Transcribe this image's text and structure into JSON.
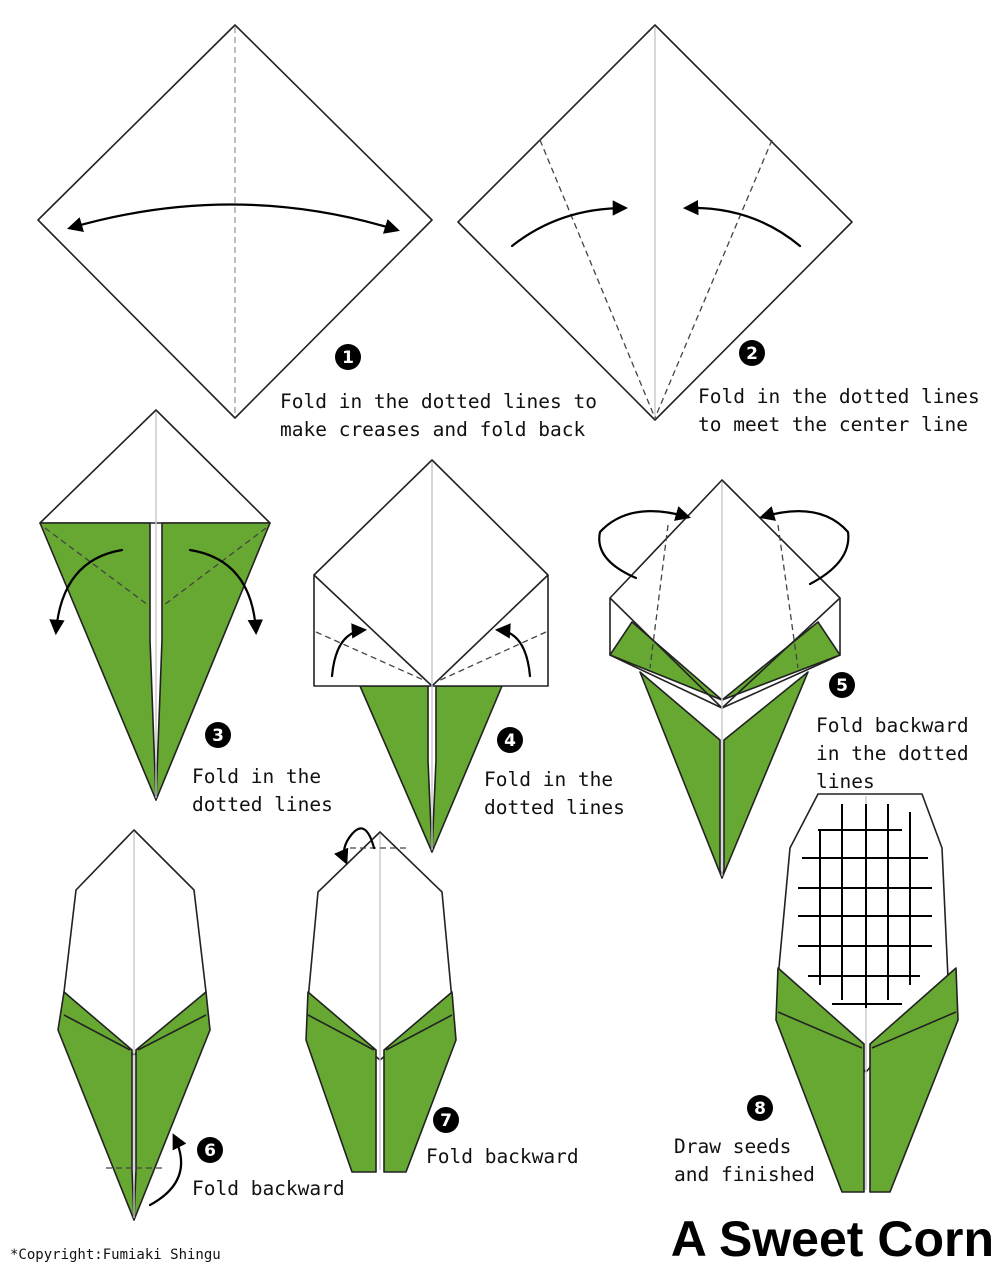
{
  "title": "A Sweet Corn",
  "copyright": "*Copyright:Fumiaki Shingu",
  "colors": {
    "paper": "#ffffff",
    "green": "#66a832",
    "ink": "#000000"
  },
  "steps": [
    {
      "number": "1",
      "lines": [
        "Fold in the dotted lines to",
        "make creases and fold back"
      ]
    },
    {
      "number": "2",
      "lines": [
        "Fold in the dotted lines",
        "to meet the center line"
      ]
    },
    {
      "number": "3",
      "lines": [
        "Fold in the",
        "dotted lines"
      ]
    },
    {
      "number": "4",
      "lines": [
        "Fold in the",
        "dotted lines"
      ]
    },
    {
      "number": "5",
      "lines": [
        "Fold backward",
        "in the dotted",
        "lines"
      ]
    },
    {
      "number": "6",
      "lines": [
        "Fold backward"
      ]
    },
    {
      "number": "7",
      "lines": [
        "Fold backward"
      ]
    },
    {
      "number": "8",
      "lines": [
        "Draw seeds",
        "and finished"
      ]
    }
  ]
}
